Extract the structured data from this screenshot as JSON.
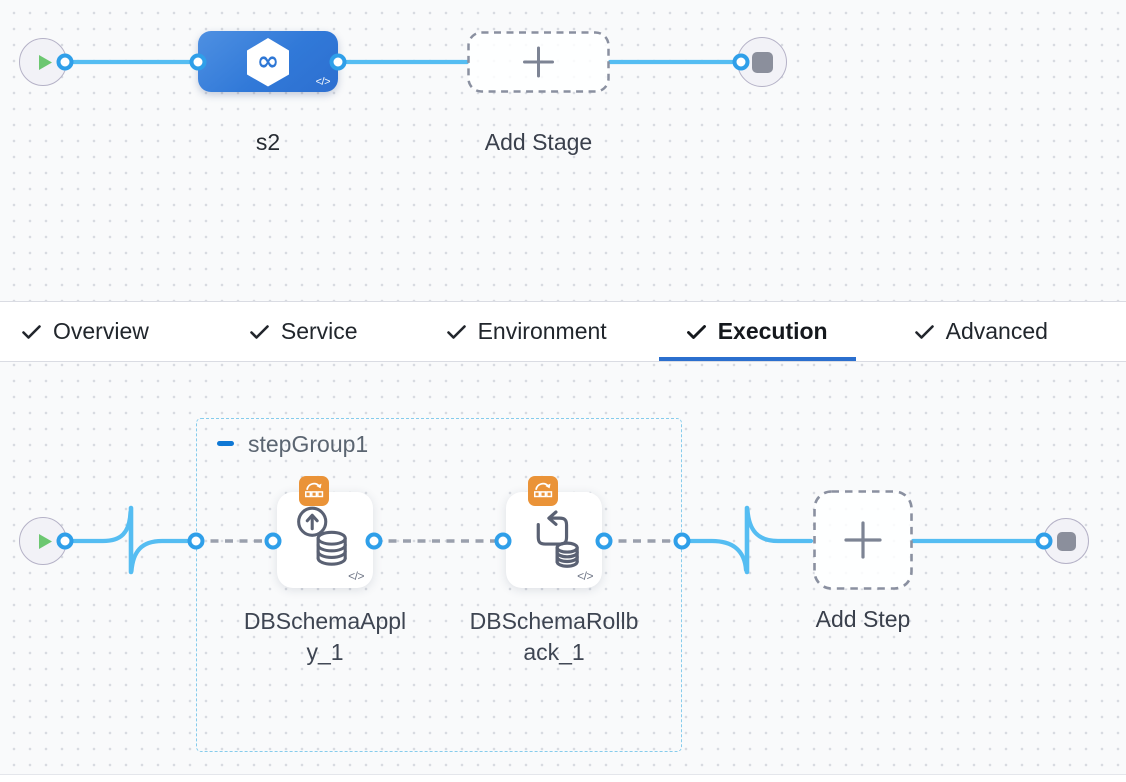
{
  "stage_builder": {
    "stage": {
      "name": "s2",
      "code_toggle": "</>"
    },
    "add_stage": {
      "label": "Add Stage"
    }
  },
  "tabs": {
    "items": [
      {
        "label": "Overview",
        "checked": true
      },
      {
        "label": "Service",
        "checked": true
      },
      {
        "label": "Environment",
        "checked": true
      },
      {
        "label": "Execution",
        "checked": true,
        "active": true
      },
      {
        "label": "Advanced",
        "checked": true
      }
    ]
  },
  "execution_builder": {
    "step_group": {
      "name": "stepGroup1"
    },
    "steps": [
      {
        "name": "DBSchemaApply_1",
        "code_toggle": "</>"
      },
      {
        "name": "DBSchemaRollback_1",
        "code_toggle": "</>"
      }
    ],
    "add_step": {
      "label": "Add Step"
    }
  },
  "colors": {
    "canvas_bg": "#f9fafb",
    "grid_dot": "#d8dbe1",
    "flow_line": "#55bdf2",
    "port_ring": "#2f9fe9",
    "dashed_connector": "#9aa0ad",
    "stage_node_blue": "#3179d8",
    "play_green": "#6cc771",
    "stop_gray": "#8b8f9c",
    "active_tab_underline": "#2b6fce",
    "step_group_border": "#86ccec",
    "collapse_minus_blue": "#0f78d5",
    "badge_orange": "#ea9338",
    "step_icon_slate": "#5a6173"
  }
}
